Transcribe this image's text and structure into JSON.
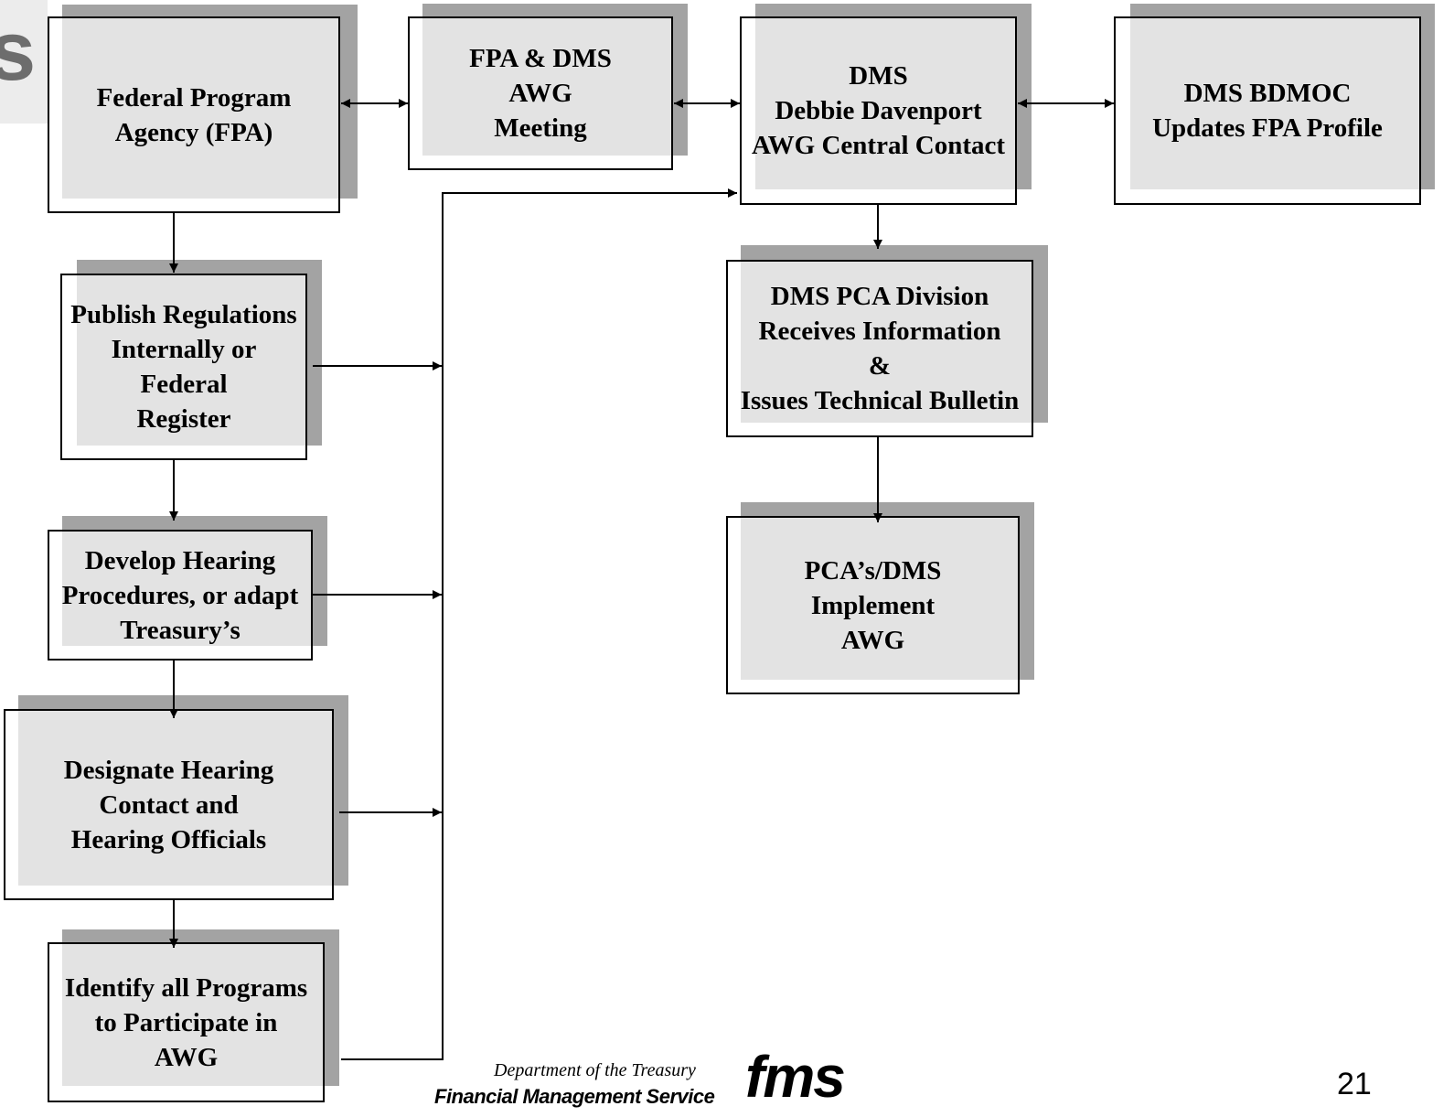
{
  "corner_letter": "s",
  "nodes": {
    "fpa": "Federal Program\nAgency (FPA)",
    "awg_meeting": "FPA & DMS\nAWG\nMeeting",
    "dms_contact": "DMS\nDebbie Davenport\nAWG Central Contact",
    "bdmoc": "DMS BDMOC\nUpdates FPA Profile",
    "publish": "Publish Regulations\nInternally or\nFederal\nRegister",
    "hearing_procedures": "Develop Hearing\nProcedures, or adapt\nTreasury’s",
    "hearing_officials": "Designate Hearing\nContact and\nHearing Officials",
    "identify_programs": "Identify all Programs\nto Participate in\nAWG",
    "pca_division": "DMS PCA Division\nReceives Information\n&\nIssues Technical Bulletin",
    "implement": "PCA’s/DMS\nImplement\nAWG"
  },
  "footer": {
    "department": "Department of the Treasury",
    "service": "Financial Management Service",
    "logo": "fms"
  },
  "page_number": "21"
}
